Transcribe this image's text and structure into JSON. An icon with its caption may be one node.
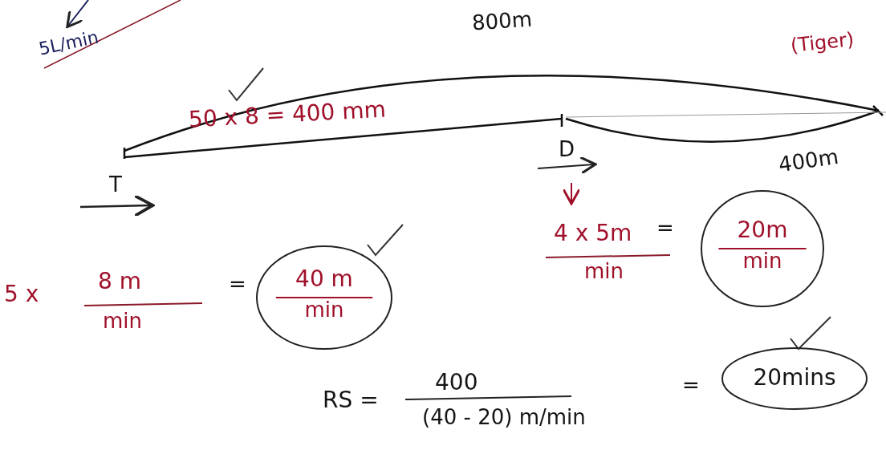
{
  "diagram": {
    "nodes": [
      {
        "text": [
          "40 m",
          "min"
        ]
      },
      {
        "text": [
          "20m",
          "min"
        ]
      },
      {
        "text": [
          "20mins"
        ]
      }
    ],
    "labels": [
      "5L/min",
      "800m",
      "(Tiger)",
      "50 x 8 = 400 mm",
      "D",
      "T",
      "400m",
      "4 x 5m",
      "min",
      "=",
      "5 x",
      "8 m",
      "min",
      "=",
      "RS =",
      "400",
      "(40 - 20) m/min",
      "="
    ]
  }
}
